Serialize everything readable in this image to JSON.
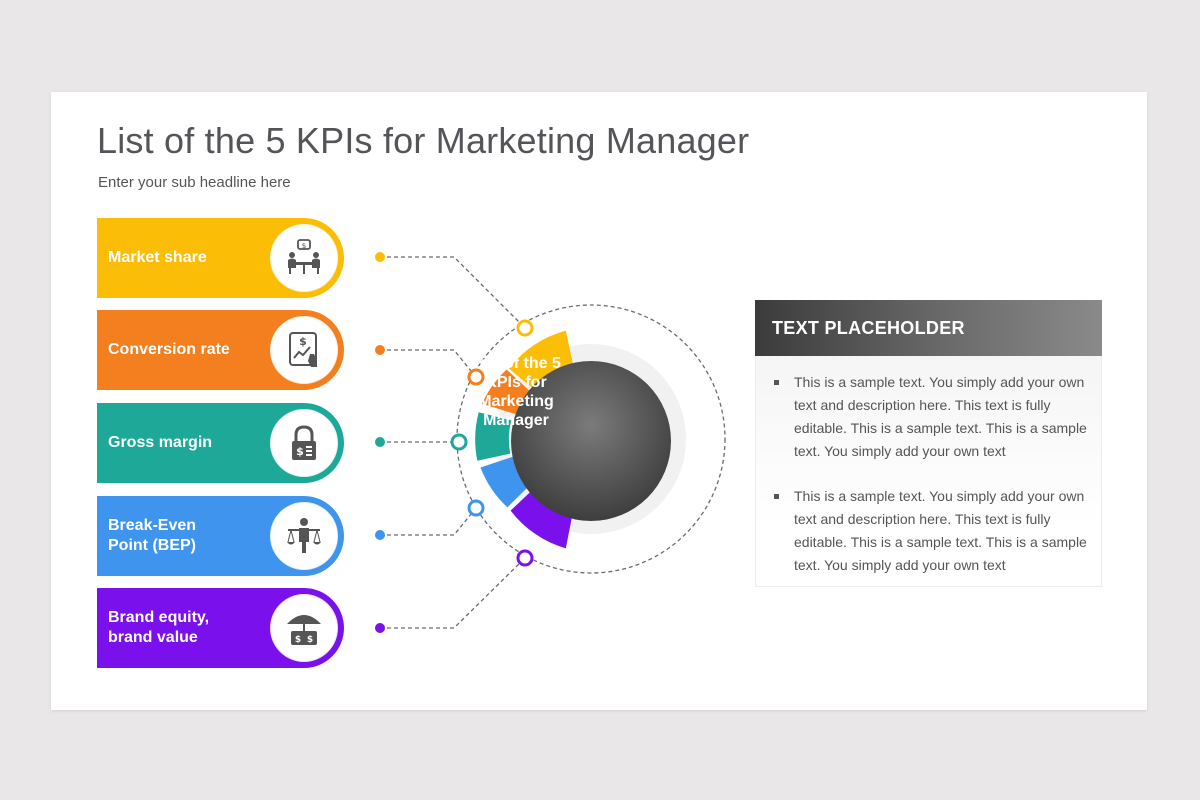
{
  "slide": {
    "title": "List of the 5 KPIs for Marketing Manager",
    "subtitle": "Enter your sub headline here"
  },
  "kpis": [
    {
      "label_lines": [
        "Market share"
      ],
      "color": "#fbbd06",
      "icon": "meeting-icon"
    },
    {
      "label_lines": [
        "Conversion rate"
      ],
      "color": "#f37f1e",
      "icon": "tablet-chart-icon"
    },
    {
      "label_lines": [
        "Gross margin"
      ],
      "color": "#1ea898",
      "icon": "lock-dollar-icon"
    },
    {
      "label_lines": [
        "Break-Even",
        "Point (BEP)"
      ],
      "color": "#3f94ee",
      "icon": "person-scales-icon"
    },
    {
      "label_lines": [
        "Brand equity,",
        "brand value"
      ],
      "color": "#7a11ed",
      "icon": "umbrella-money-icon"
    }
  ],
  "center": {
    "label_lines": [
      "List of the 5",
      "KPIs for",
      "Marketing",
      "Manager"
    ]
  },
  "panel": {
    "header": "TEXT PLACEHOLDER",
    "bullets": [
      "This is a sample text. You simply add your own text and description here. This text is fully editable. This is a sample text. This is a sample text. You simply add your own text",
      "This is a sample text. You simply add your own text and description here. This text is fully editable. This is a sample text. This is a sample text. You simply add your own text"
    ]
  }
}
